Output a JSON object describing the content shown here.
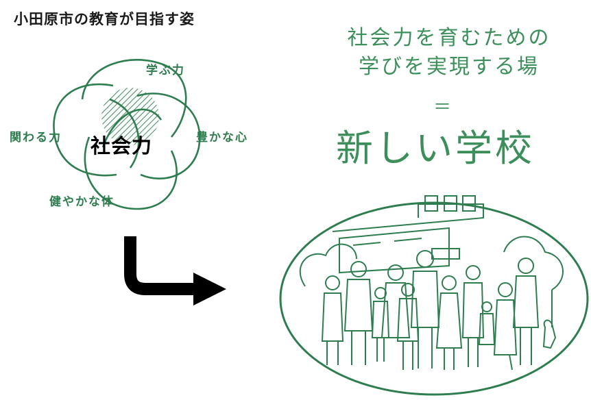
{
  "title": "小田原市の教育が目指す姿",
  "venn": {
    "center": "社会力",
    "top": "学ぶ力",
    "left": "関わる力",
    "right": "豊かな心",
    "bottom": "健やかな体"
  },
  "right_panel": {
    "line1": "社会力を育むための",
    "line2": "学びを実現する場",
    "equals": "＝",
    "headline": "新しい学校"
  },
  "colors": {
    "green": "#2e7d4f",
    "light_green": "#3c8f5a",
    "black": "#000000"
  },
  "icons": [
    "curved-arrow-icon",
    "school-community-illustration"
  ]
}
